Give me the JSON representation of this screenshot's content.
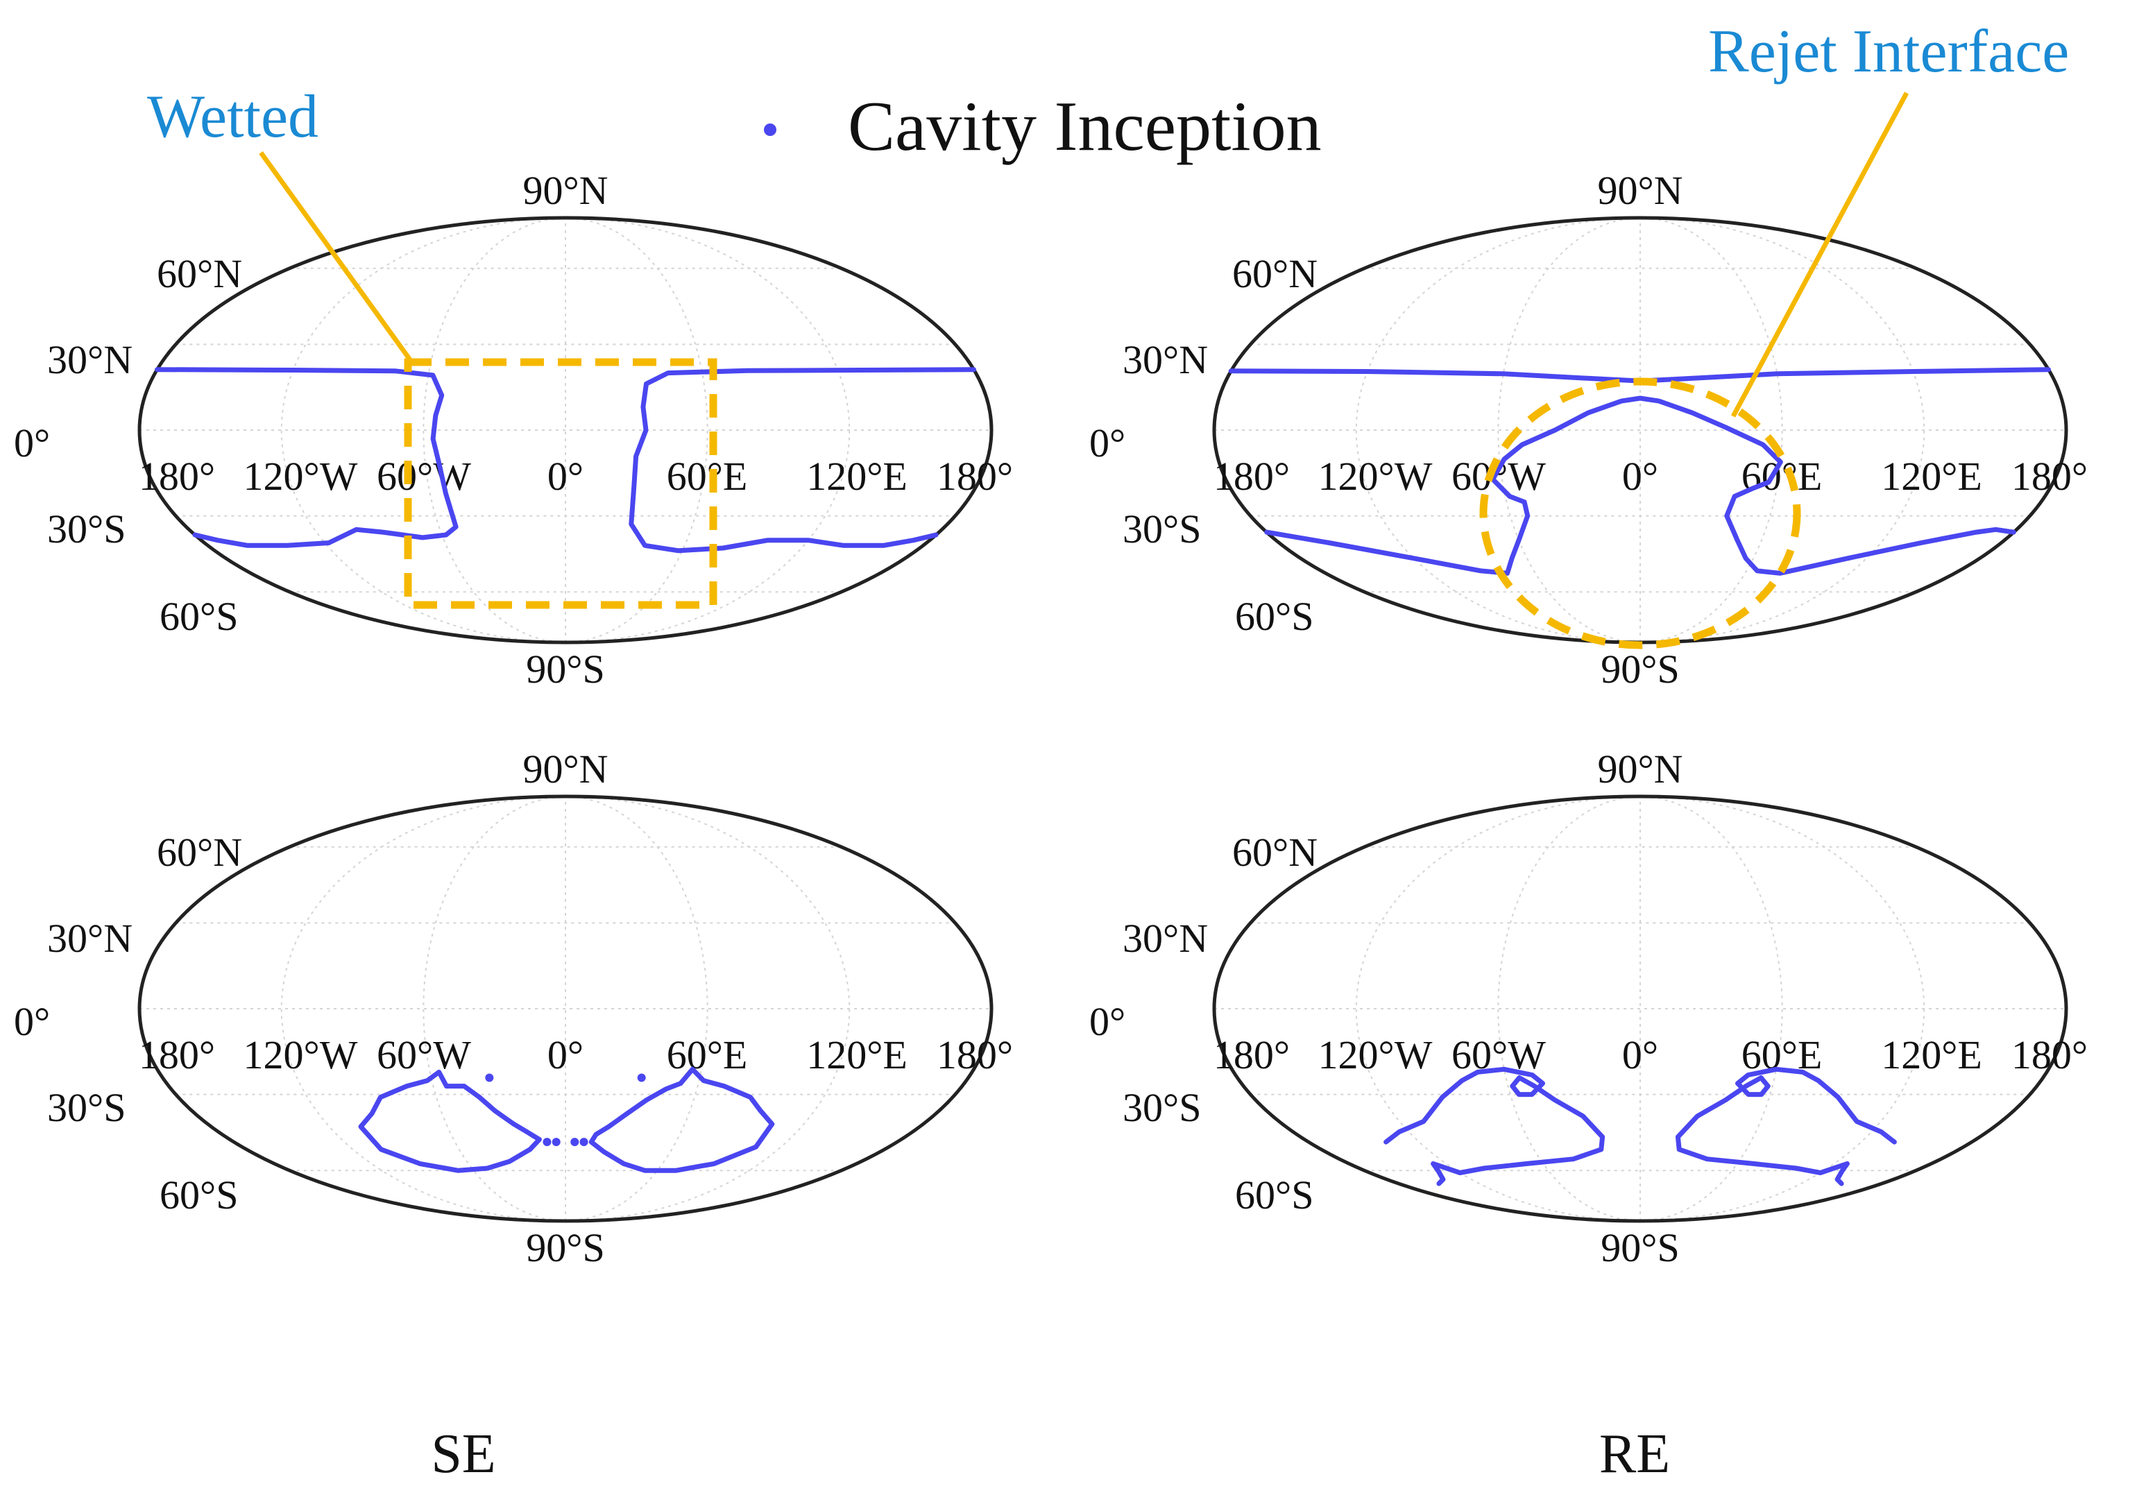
{
  "legend": {
    "marker_color": "#4a46f0",
    "label": "Cavity Inception"
  },
  "annotations": {
    "wetted": "Wetted",
    "rejet_interface": "Rejet Interface",
    "label_color": "#1a8ad4",
    "box_color": "#f5b800"
  },
  "columns": {
    "left": "SE",
    "right": "RE"
  },
  "map_labels": {
    "north_pole": "90°N",
    "south_pole": "90°S",
    "lat_60n": "60°N",
    "lat_30n": "30°N",
    "equator": "0°",
    "lat_30s": "30°S",
    "lat_60s": "60°S",
    "lon_180w": "180°",
    "lon_120w": "120°W",
    "lon_60w": "60°W",
    "lon_0": "0°",
    "lon_60e": "60°E",
    "lon_120e": "120°E",
    "lon_180e": "180°"
  },
  "chart_data": [
    {
      "type": "scatter",
      "projection": "mollweide",
      "column": "SE",
      "series": [
        {
          "name": "Cavity Inception",
          "color": "#4a46f0",
          "paths": [
            [
              [
                -180,
                21
              ],
              [
                -120,
                20.8
              ],
              [
                -75,
                20.5
              ],
              [
                -58,
                19
              ],
              [
                -53,
                12
              ],
              [
                -55,
                5
              ],
              [
                -56,
                -3
              ],
              [
                -54,
                -12
              ],
              [
                -53,
                -22
              ],
              [
                -52,
                -34
              ],
              [
                -58,
                -37
              ],
              [
                -70,
                -38
              ],
              [
                -88,
                -36
              ],
              [
                -100,
                -35
              ],
              [
                -118,
                -40
              ],
              [
                -140,
                -41
              ],
              [
                -160,
                -41
              ],
              [
                -172,
                -39
              ],
              [
                -180,
                -37
              ]
            ],
            [
              [
                180,
                21
              ],
              [
                130,
                20.8
              ],
              [
                80,
                20.6
              ],
              [
                45,
                19.8
              ],
              [
                35,
                16
              ],
              [
                33,
                8
              ],
              [
                34,
                0
              ],
              [
                30,
                -9
              ],
              [
                30,
                -19
              ],
              [
                31,
                -33
              ],
              [
                40,
                -41
              ],
              [
                58,
                -43
              ],
              [
                80,
                -42
              ],
              [
                100,
                -39
              ],
              [
                120,
                -39
              ],
              [
                140,
                -41
              ],
              [
                160,
                -41
              ],
              [
                172,
                -39
              ],
              [
                180,
                -37
              ]
            ]
          ]
        }
      ],
      "annotation": {
        "shape": "rectangle",
        "label": "Wetted"
      }
    },
    {
      "type": "scatter",
      "projection": "mollweide",
      "column": "RE",
      "series": [
        {
          "name": "Cavity Inception",
          "color": "#4a46f0",
          "paths": [
            [
              [
                -180,
                20.5
              ],
              [
                -120,
                20.3
              ],
              [
                -60,
                19.5
              ],
              [
                -20,
                17.8
              ],
              [
                0,
                17
              ],
              [
                20,
                17.8
              ],
              [
                60,
                19.5
              ],
              [
                120,
                20.3
              ],
              [
                180,
                21
              ]
            ],
            [
              [
                -180,
                -36
              ],
              [
                -155,
                -40
              ],
              [
                -120,
                -46
              ],
              [
                -90,
                -51
              ],
              [
                -76,
                -52
              ],
              [
                -68,
                -46
              ],
              [
                -60,
                -39
              ],
              [
                -52,
                -30
              ],
              [
                -52,
                -25
              ],
              [
                -58,
                -23
              ],
              [
                -64,
                -17
              ],
              [
                -58,
                -10
              ],
              [
                -50,
                -5
              ],
              [
                -36,
                0
              ],
              [
                -22,
                6
              ],
              [
                -8,
                10
              ],
              [
                0,
                11
              ],
              [
                8,
                10
              ],
              [
                22,
                6
              ],
              [
                36,
                1
              ],
              [
                52,
                -5
              ],
              [
                60,
                -11
              ],
              [
                56,
                -18
              ],
              [
                50,
                -20
              ],
              [
                42,
                -23
              ],
              [
                40,
                -30
              ],
              [
                48,
                -39
              ],
              [
                56,
                -46
              ],
              [
                66,
                -51
              ],
              [
                80,
                -52
              ],
              [
                110,
                -46
              ],
              [
                140,
                -40
              ],
              [
                162,
                -36
              ],
              [
                170,
                -35
              ],
              [
                180,
                -36
              ]
            ]
          ]
        }
      ],
      "annotation": {
        "shape": "circle",
        "label": "Rejet Interface"
      }
    },
    {
      "type": "scatter",
      "projection": "mollweide",
      "column": "SE",
      "series": [
        {
          "name": "Cavity Inception",
          "color": "#4a46f0",
          "paths": [
            [
              [
                -86,
                -31
              ],
              [
                -72,
                -27
              ],
              [
                -62,
                -25
              ],
              [
                -56,
                -22
              ],
              [
                -54,
                -27
              ],
              [
                -46,
                -27
              ],
              [
                -40,
                -31
              ],
              [
                -34,
                -36
              ],
              [
                -26,
                -41
              ],
              [
                -20,
                -44
              ],
              [
                -14,
                -47
              ],
              [
                -20,
                -51
              ],
              [
                -34,
                -56
              ],
              [
                -50,
                -59
              ],
              [
                -70,
                -60
              ],
              [
                -90,
                -57
              ],
              [
                -104,
                -51
              ],
              [
                -104,
                -42
              ],
              [
                -94,
                -37
              ],
              [
                -86,
                -31
              ]
            ],
            [
              [
                86,
                -31
              ],
              [
                72,
                -27
              ],
              [
                62,
                -25
              ],
              [
                56,
                -21
              ],
              [
                52,
                -26
              ],
              [
                46,
                -28
              ],
              [
                38,
                -32
              ],
              [
                30,
                -37
              ],
              [
                22,
                -42
              ],
              [
                16,
                -45
              ],
              [
                14,
                -48
              ],
              [
                22,
                -52
              ],
              [
                36,
                -57
              ],
              [
                52,
                -60
              ],
              [
                72,
                -60
              ],
              [
                92,
                -57
              ],
              [
                106,
                -50
              ],
              [
                104,
                -41
              ],
              [
                94,
                -36
              ],
              [
                86,
                -31
              ]
            ]
          ],
          "points": [
            [
              -34,
              -24
            ],
            [
              34,
              -24
            ],
            [
              -10,
              -48
            ],
            [
              -5,
              -48
            ],
            [
              5,
              -48
            ],
            [
              10,
              -48
            ]
          ]
        }
      ]
    },
    {
      "type": "scatter",
      "projection": "mollweide",
      "column": "RE",
      "series": [
        {
          "name": "Cavity Inception",
          "color": "#4a46f0",
          "paths": [
            [
              [
                -138,
                -48
              ],
              [
                -125,
                -44
              ],
              [
                -108,
                -40
              ],
              [
                -92,
                -31
              ],
              [
                -80,
                -25
              ],
              [
                -72,
                -22
              ],
              [
                -60,
                -21
              ],
              [
                -48,
                -23
              ],
              [
                -44,
                -26
              ],
              [
                -50,
                -30
              ],
              [
                -56,
                -30
              ],
              [
                -58,
                -27
              ],
              [
                -54,
                -24
              ],
              [
                -48,
                -27
              ],
              [
                -40,
                -32
              ],
              [
                -28,
                -38
              ],
              [
                -20,
                -46
              ],
              [
                -22,
                -51
              ],
              [
                -40,
                -55
              ],
              [
                -70,
                -57
              ],
              [
                -100,
                -59
              ],
              [
                -120,
                -61
              ],
              [
                -128,
                -57
              ],
              [
                -132,
                -60
              ],
              [
                -140,
                -64
              ],
              [
                -150,
                -66
              ]
            ],
            [
              [
                138,
                -48
              ],
              [
                125,
                -44
              ],
              [
                108,
                -40
              ],
              [
                92,
                -31
              ],
              [
                80,
                -25
              ],
              [
                72,
                -22
              ],
              [
                60,
                -21
              ],
              [
                48,
                -23
              ],
              [
                44,
                -26
              ],
              [
                50,
                -30
              ],
              [
                56,
                -30
              ],
              [
                58,
                -27
              ],
              [
                54,
                -24
              ],
              [
                48,
                -27
              ],
              [
                40,
                -32
              ],
              [
                28,
                -38
              ],
              [
                20,
                -46
              ],
              [
                22,
                -51
              ],
              [
                40,
                -55
              ],
              [
                70,
                -57
              ],
              [
                100,
                -59
              ],
              [
                120,
                -61
              ],
              [
                128,
                -57
              ],
              [
                132,
                -60
              ],
              [
                140,
                -64
              ],
              [
                150,
                -66
              ]
            ]
          ]
        }
      ]
    }
  ]
}
